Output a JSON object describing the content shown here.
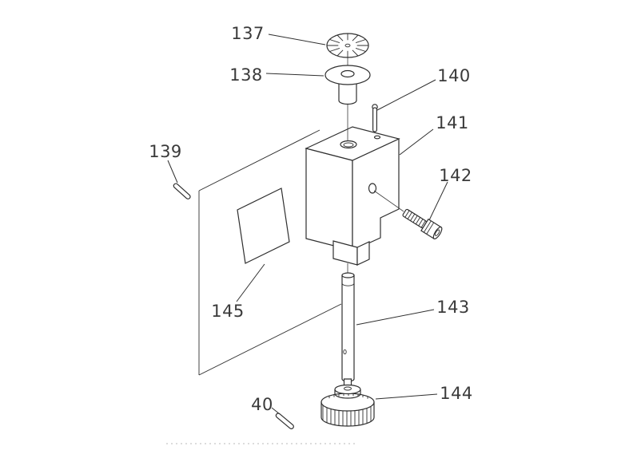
{
  "diagram": {
    "background": "#ffffff",
    "line_color": "#2f2f2f",
    "label_color": "#3a3a3a",
    "callouts": [
      {
        "label": "137",
        "part": "graduated-dial"
      },
      {
        "label": "138",
        "part": "dial-hub-flange"
      },
      {
        "label": "139",
        "part": "roll-pin-left"
      },
      {
        "label": "140",
        "part": "small-pin"
      },
      {
        "label": "141",
        "part": "gear-housing-block"
      },
      {
        "label": "142",
        "part": "socket-head-cap-screw"
      },
      {
        "label": "143",
        "part": "pinion-shaft"
      },
      {
        "label": "144",
        "part": "gear"
      },
      {
        "label": "145",
        "part": "gasket-plate"
      },
      {
        "label": "40",
        "part": "roll-pin-bottom"
      }
    ]
  }
}
